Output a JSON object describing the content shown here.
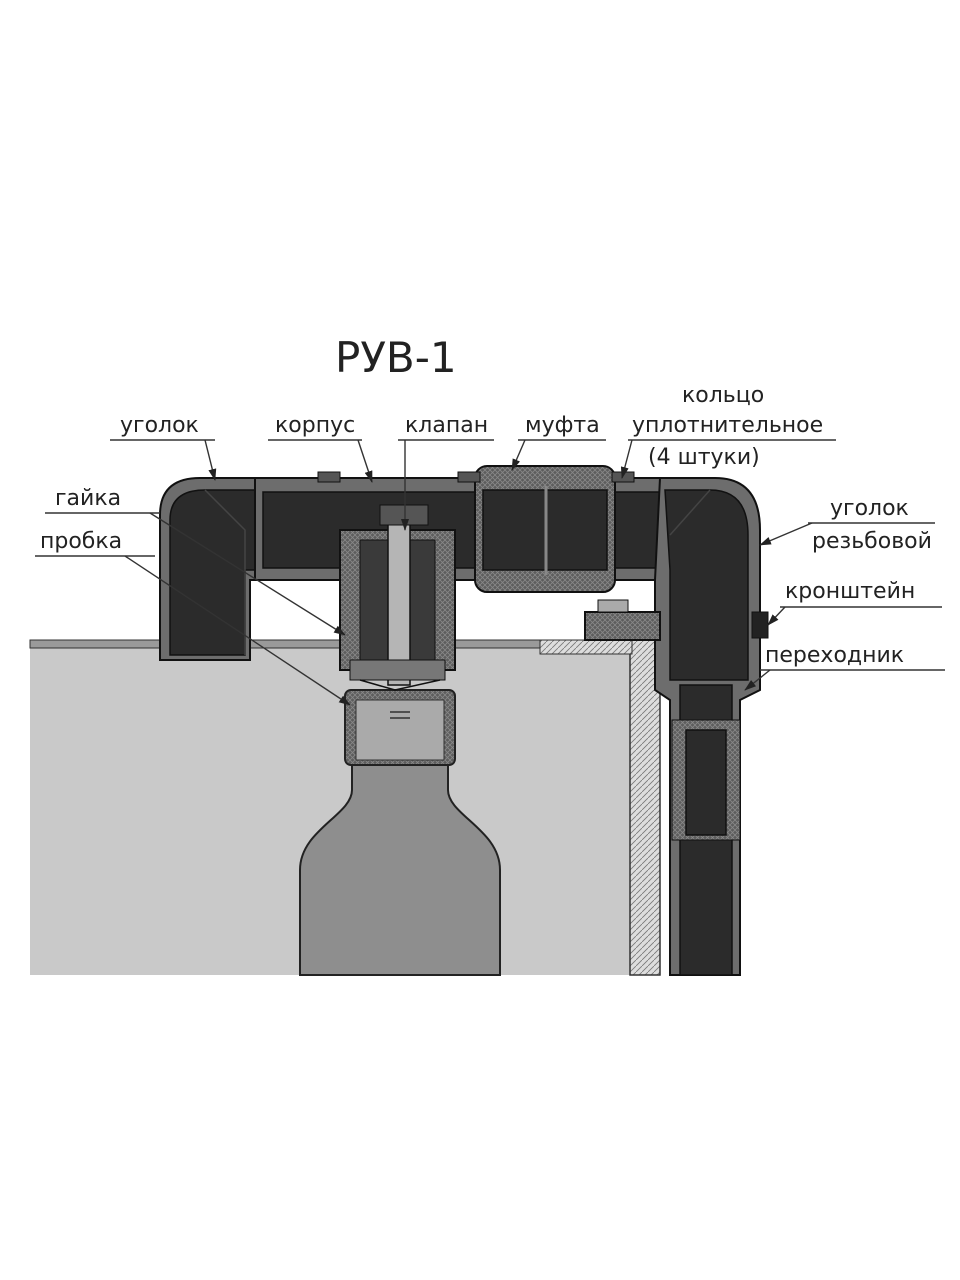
{
  "title": "РУВ-1",
  "labels": {
    "ugolok": "уголок",
    "korpus": "корпус",
    "klapan": "клапан",
    "mufta": "муфта",
    "koltso_1": "кольцо",
    "koltso_2": "уплотнительное",
    "koltso_3": "(4 штуки)",
    "gaika": "гайка",
    "probka": "пробка",
    "ugolok_rez_1": "уголок",
    "ugolok_rez_2": "резьбовой",
    "kronshtein": "кронштейн",
    "perekhodnik": "переходник"
  },
  "colors": {
    "tank": "#c9c9c9",
    "pipe": "#2b2b2b",
    "shell": "#6d6d6d",
    "bottle": "#8e8e8e"
  }
}
